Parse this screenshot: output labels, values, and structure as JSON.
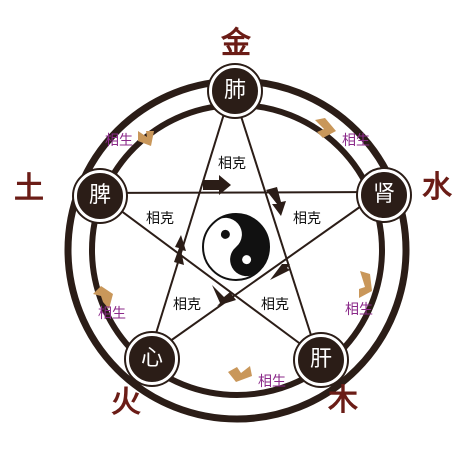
{
  "colors": {
    "element_label": "#6b1c16",
    "ring": "#2b1d17",
    "node_fill": "#2b1d17",
    "generating_arrow": "#c9975a",
    "generating_text": "#8b2a8a",
    "controlling_text": "#111111",
    "controlling_arrow": "#2b1d17"
  },
  "elements": {
    "metal": "金",
    "water": "水",
    "wood": "木",
    "fire": "火",
    "earth": "土"
  },
  "organs": {
    "lung": "肺",
    "kidney": "肾",
    "liver": "肝",
    "heart": "心",
    "spleen": "脾"
  },
  "relations": {
    "generating": "相生",
    "controlling": "相克"
  },
  "center_icon": "yin-yang-icon"
}
